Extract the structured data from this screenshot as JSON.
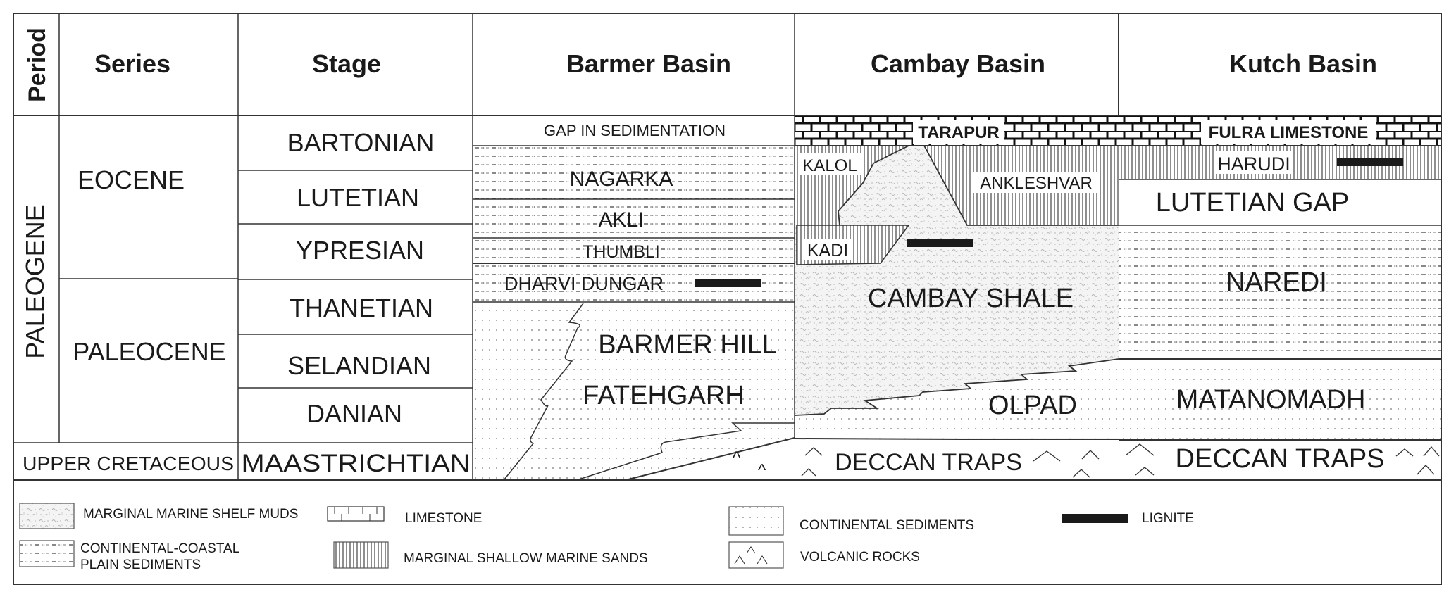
{
  "headers": {
    "period": "Period",
    "series": "Series",
    "stage": "Stage",
    "barmer": "Barmer Basin",
    "cambay": "Cambay Basin",
    "kutch": "Kutch Basin"
  },
  "periods": {
    "paleogene": "PALEOGENE",
    "upper_cretaceous": "UPPER CRETACEOUS"
  },
  "series": {
    "eocene": "EOCENE",
    "paleocene": "PALEOCENE"
  },
  "stages": [
    "BARTONIAN",
    "LUTETIAN",
    "YPRESIAN",
    "THANETIAN",
    "SELANDIAN",
    "DANIAN",
    "MAASTRICHTIAN"
  ],
  "barmer": {
    "gap": "GAP IN SEDIMENTATION",
    "nagarka": "NAGARKA",
    "akli": "AKLI",
    "thumbli": "THUMBLI",
    "dharvi_dungar": "DHARVI DUNGAR",
    "barmer_hill": "BARMER HILL",
    "fatehgarh": "FATEHGARH"
  },
  "cambay": {
    "tarapur": "TARAPUR",
    "kalol": "KALOL",
    "ankleshvar": "ANKLESHVAR",
    "kadi": "KADI",
    "cambay_shale": "CAMBAY SHALE",
    "olpad": "OLPAD",
    "deccan_traps": "DECCAN TRAPS"
  },
  "kutch": {
    "fulra": "FULRA LIMESTONE",
    "harudi": "HARUDI",
    "lutetian_gap": "LUTETIAN GAP",
    "naredi": "NAREDI",
    "matanomadh": "MATANOMADH",
    "deccan_traps": "DECCAN TRAPS"
  },
  "legend": {
    "shelf_muds": "MARGINAL MARINE SHELF MUDS",
    "limestone": "LIMESTONE",
    "continental_sediments": "CONTINENTAL SEDIMENTS",
    "lignite": "LIGNITE",
    "coastal_plain_line1": "CONTINENTAL-COASTAL",
    "coastal_plain_line2": "PLAIN SEDIMENTS",
    "shallow_marine_sands": "MARGINAL SHALLOW MARINE SANDS",
    "volcanic_rocks": "VOLCANIC ROCKS"
  }
}
